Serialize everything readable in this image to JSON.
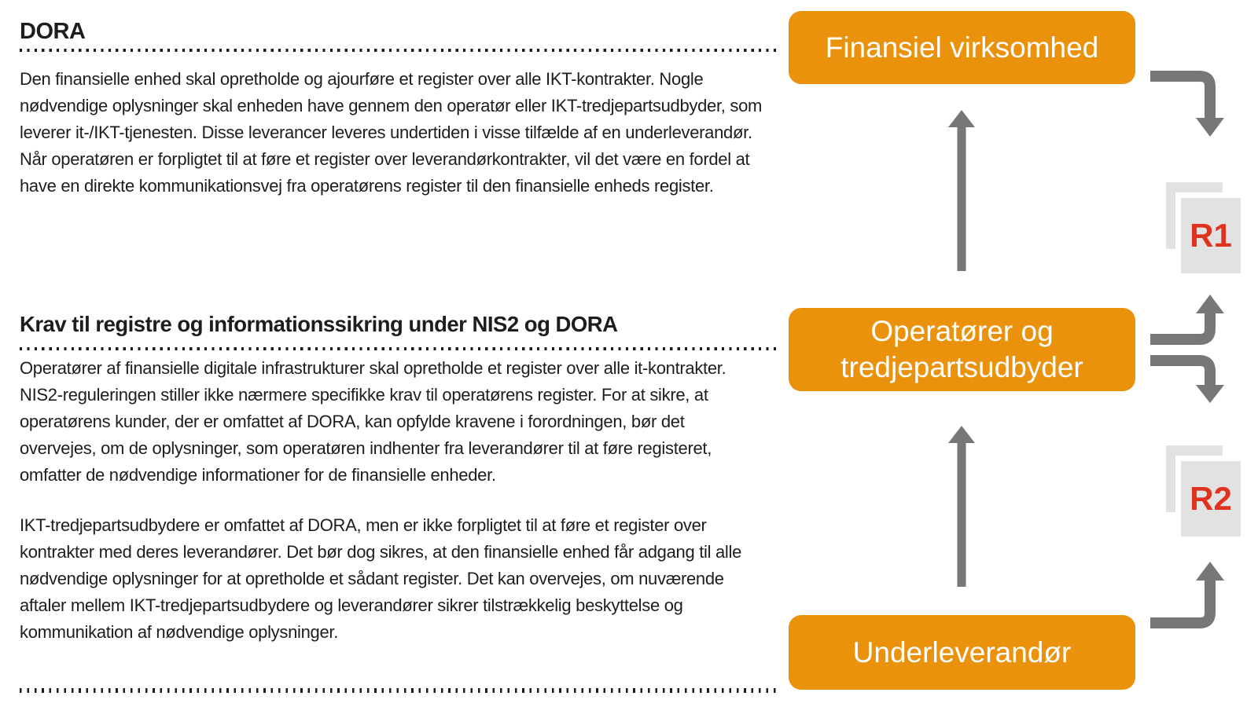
{
  "colors": {
    "accent_orange": "#EB920D",
    "arrow_gray": "#777777",
    "document_gray": "#E2E2E2",
    "register_red": "#E0331F",
    "text_black": "#1D1D1B"
  },
  "icons": {
    "register_r1": "document-stack-icon",
    "register_r2": "document-stack-icon",
    "flow_arrows": "gray-arrow"
  },
  "sections": {
    "dora": {
      "heading": "DORA",
      "paragraph": "Den finansielle enhed skal opretholde og ajourføre et register over alle IKT-kontrakter. Nogle nødvendige oplysninger skal enheden have gennem den operatør eller IKT-tredjepartsudbyder, som leverer it-/IKT-tjenesten. Disse leverancer leveres undertiden i visse tilfælde af en underleverandør. Når operatøren er forpligtet til at føre et register over leverandørkontrakter, vil det være en fordel at have en direkte kommunikationsvej fra operatørens register til den finansielle enheds register."
    },
    "nis2": {
      "heading": "Krav til registre og informationssikring under NIS2 og DORA",
      "paragraphs": [
        "Operatører af finansielle digitale infrastrukturer skal opretholde et register over alle it-kontrakter. NIS2-reguleringen stiller ikke nærmere specifikke krav til operatørens register. For at sikre, at operatørens kunder, der er omfattet af DORA, kan opfylde kravene i forordningen, bør det overvejes, om de oplysninger, som operatøren indhenter fra leverandører til at føre registeret, omfatter de nødvendige informationer for de finansielle enheder.",
        "IKT-tredjepartsudbydere er omfattet af DORA, men er ikke forpligtet til at føre et register over kontrakter med deres leverandører. Det bør dog sikres, at den finansielle enhed får adgang til alle nødvendige oplysninger for at opretholde et sådant register. Det kan overvejes, om nuværende aftaler mellem IKT-tredjepartsudbydere og leverandører sikrer tilstrækkelig beskyttelse og kommunikation af nødvendige oplysninger."
      ]
    }
  },
  "diagram": {
    "boxes": [
      {
        "id": "finansiel",
        "label": "Finansiel virksomhed"
      },
      {
        "id": "operator",
        "label": "Operatører og\ntredjepartsudbyder"
      },
      {
        "id": "underleverandor",
        "label": "Underleverandør"
      }
    ],
    "registers": [
      {
        "label": "R1"
      },
      {
        "label": "R2"
      }
    ]
  }
}
